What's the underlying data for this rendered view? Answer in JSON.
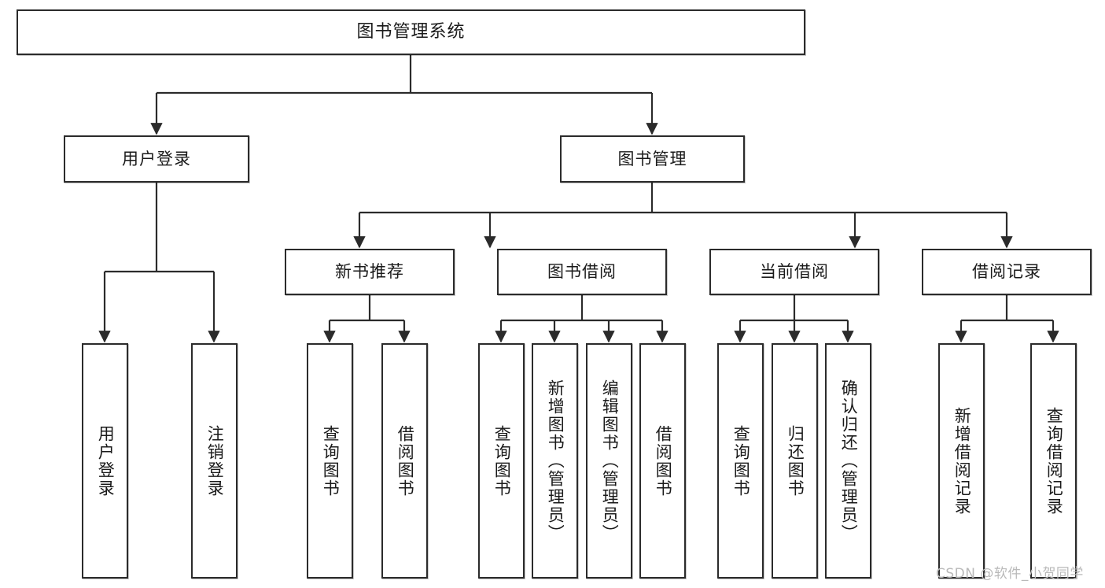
{
  "diagram": {
    "title": "图书管理系统",
    "type": "tree",
    "orientation": "top-down",
    "colors": {
      "node_border": "#2b2b2b",
      "node_fill": "#ffffff",
      "edge": "#2b2b2b",
      "text": "#1a1a1a",
      "watermark": "#b9b9b9",
      "background": "#ffffff"
    },
    "nodes": {
      "root": {
        "label": "图书管理系统"
      },
      "level2": [
        {
          "id": "user_login",
          "label": "用户登录"
        },
        {
          "id": "book_manage",
          "label": "图书管理"
        }
      ],
      "level3": [
        {
          "id": "new_book_rec",
          "label": "新书推荐"
        },
        {
          "id": "book_borrow",
          "label": "图书借阅"
        },
        {
          "id": "current_borrow",
          "label": "当前借阅"
        },
        {
          "id": "borrow_record",
          "label": "借阅记录"
        }
      ],
      "leaves": {
        "user_login": [
          {
            "id": "leaf_user_login",
            "label": "用户登录"
          },
          {
            "id": "leaf_user_logout",
            "label": "注销登录"
          }
        ],
        "new_book_rec": [
          {
            "id": "leaf_query_book_1",
            "label": "查询图书"
          },
          {
            "id": "leaf_borrow_book_1",
            "label": "借阅图书"
          }
        ],
        "book_borrow": [
          {
            "id": "leaf_query_book_2",
            "label": "查询图书"
          },
          {
            "id": "leaf_add_book",
            "label": "新增图书（管理员）"
          },
          {
            "id": "leaf_edit_book",
            "label": "编辑图书（管理员）"
          },
          {
            "id": "leaf_borrow_book_2",
            "label": "借阅图书"
          }
        ],
        "current_borrow": [
          {
            "id": "leaf_query_book_3",
            "label": "查询图书"
          },
          {
            "id": "leaf_return_book",
            "label": "归还图书"
          },
          {
            "id": "leaf_confirm_return",
            "label": "确认归还（管理员）"
          }
        ],
        "borrow_record": [
          {
            "id": "leaf_add_record",
            "label": "新增借阅记录"
          },
          {
            "id": "leaf_query_record",
            "label": "查询借阅记录"
          }
        ]
      }
    }
  },
  "watermark": {
    "text": "CSDN @软件_小贺同学"
  }
}
